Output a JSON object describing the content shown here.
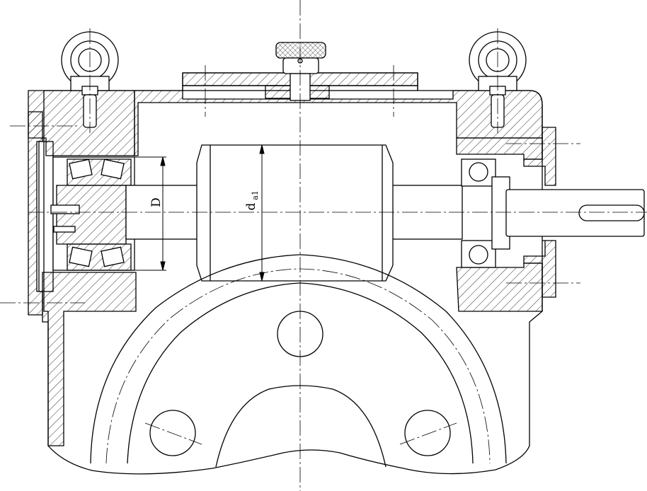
{
  "labels": {
    "bearing_diameter": "D",
    "worm_tip_diameter_main": "d",
    "worm_tip_diameter_sub": "a1"
  },
  "colors": {
    "line": "#000000",
    "background": "#ffffff"
  }
}
